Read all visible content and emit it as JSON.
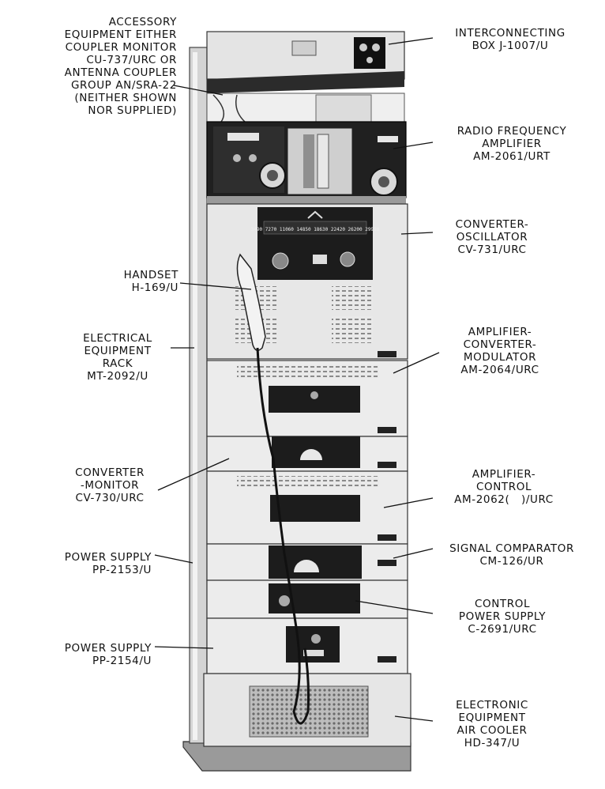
{
  "labels": {
    "accessory": "ACCESSORY\nEQUIPMENT EITHER\nCOUPLER MONITOR\nCU-737/URC OR\nANTENNA COUPLER\nGROUP AN/SRA-22\n(NEITHER SHOWN\nNOR SUPPLIED)",
    "interconnecting": "INTERCONNECTING\nBOX J-1007/U",
    "rf_amplifier": "RADIO FREQUENCY\nAMPLIFIER\nAM-2061/URT",
    "converter_oscillator": "CONVERTER-\nOSCILLATOR\nCV-731/URC",
    "handset": "HANDSET\nH-169/U",
    "rack": "ELECTRICAL\nEQUIPMENT\nRACK\nMT-2092/U",
    "acm": "AMPLIFIER-\nCONVERTER-\nMODULATOR\nAM-2064/URC",
    "converter_monitor": "CONVERTER\n-MONITOR\nCV-730/URC",
    "amplifier_control": "AMPLIFIER-\nCONTROL\nAM-2062(   )/URC",
    "power_supply_2153": "POWER SUPPLY\nPP-2153/U",
    "signal_comparator": "SIGNAL COMPARATOR\nCM-126/UR",
    "control_power_supply": "CONTROL\nPOWER SUPPLY\nC-2691/URC",
    "power_supply_2154": "POWER SUPPLY\nPP-2154/U",
    "air_cooler": "ELECTRONIC\nEQUIPMENT\nAIR COOLER\nHD-347/U"
  },
  "panel_scale": "3490 7270 11060 14850 18630 22420 26200 29990"
}
